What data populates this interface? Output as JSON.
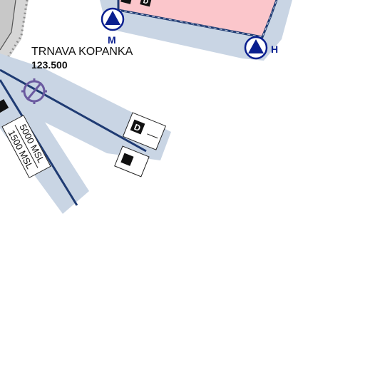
{
  "map": {
    "airspace_name": "TRNAVA KOPANKA",
    "frequency": "123.500",
    "reporting_points": [
      {
        "letter": "M",
        "icon": "reporting-point-triangle-icon"
      },
      {
        "letter": "H",
        "icon": "reporting-point-triangle-icon"
      }
    ],
    "altitude_limits": {
      "upper": "5000 MSL",
      "lower": "1500 MSL"
    },
    "class_badges": [
      "D",
      "D"
    ],
    "colors": {
      "zone_fill": "#fbc6cb",
      "zone_border": "#1f3b73",
      "corridor": "#c9d5e4",
      "reporting_point": "#0a1f8f",
      "navaid": "#6b5aa0",
      "restricted_grey": "#9c9c9c"
    }
  }
}
